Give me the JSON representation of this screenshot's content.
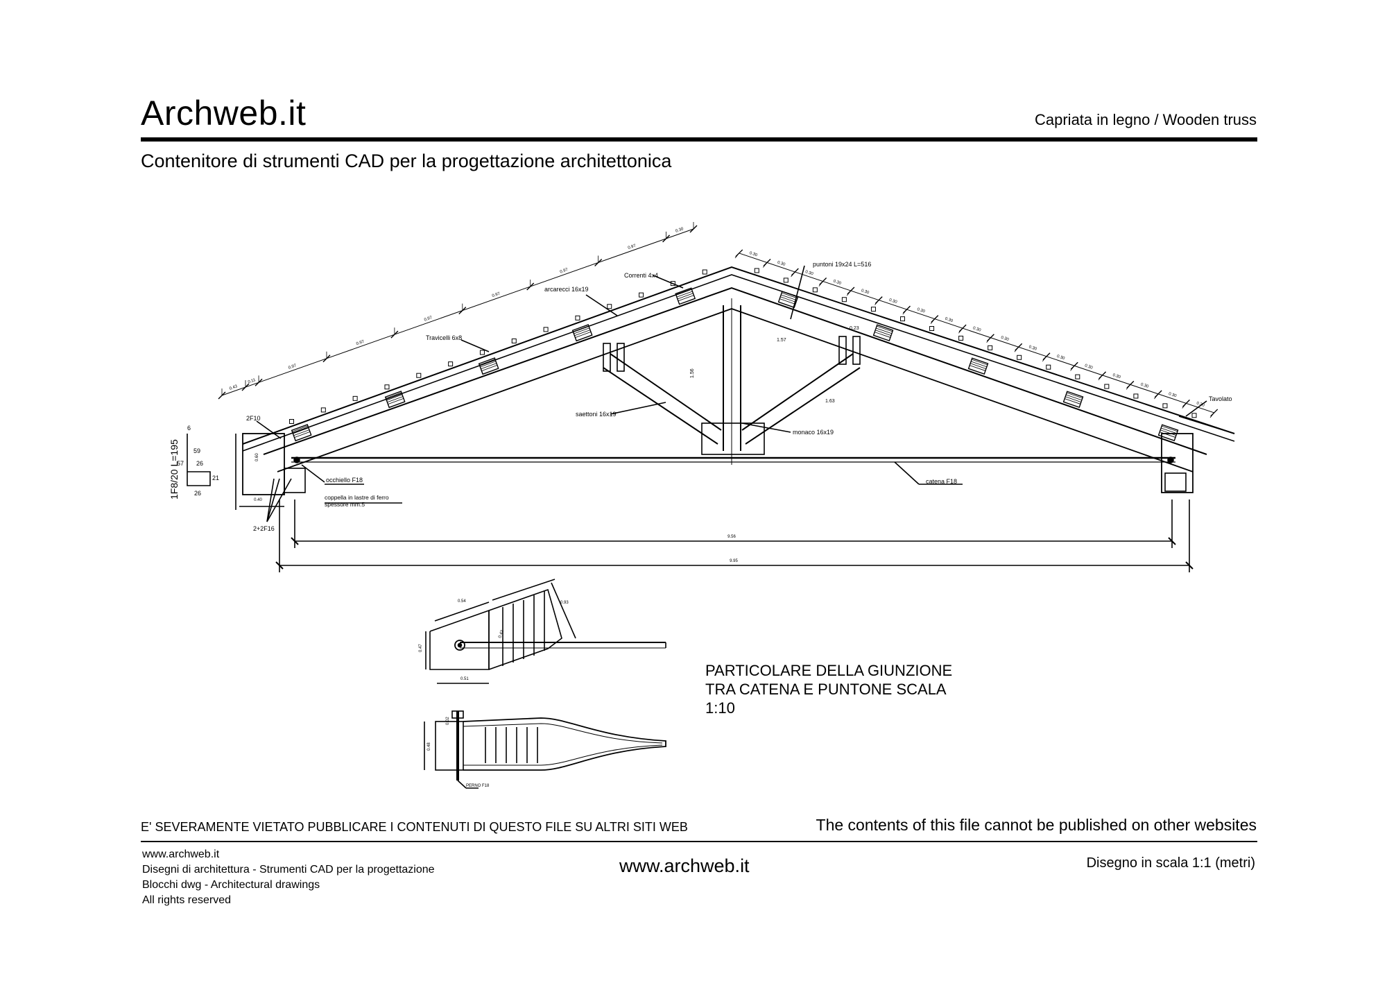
{
  "header": {
    "brand": "Archweb.it",
    "subject": "Capriata in legno  /  Wooden truss",
    "tagline": "Contenitore di strumenti CAD per la progettazione architettonica"
  },
  "drawing": {
    "labels": {
      "correnti": "Correnti 4x4",
      "arcarecci": "arcarecci 16x19",
      "travicelli": "Travicelli 6x8",
      "puntoni": "puntoni 19x24 L=516",
      "tavolato": "Tavolato",
      "saettoni": "saettoni 16x19",
      "monaco": "monaco 16x19",
      "catena": "catena F18",
      "occhiello": "occhiello F18",
      "coppella1": "coppella in lastre di ferro",
      "coppella2": "spessore mm.5",
      "f2f10": "2F10",
      "f2f16": "2+2F16",
      "rebar": "1F8/20 L=195",
      "perno": "PERNO F18"
    },
    "rebar_dims": {
      "d6": "6",
      "d59": "59",
      "d57": "57",
      "d26a": "26",
      "d21": "21",
      "d26b": "26"
    },
    "dims": {
      "left_chord": [
        "0.43",
        "0.11",
        "0.97",
        "0.97",
        "0.97",
        "0.97",
        "0.97",
        "0.97",
        "0.30"
      ],
      "right_chord": [
        "0.30",
        "0.30",
        "0.30",
        "0.30",
        "0.30",
        "0.30",
        "0.30",
        "0.30",
        "0.30",
        "0.30",
        "0.30",
        "0.30",
        "0.30",
        "0.30",
        "0.30",
        "0.30",
        "0.30"
      ],
      "monaco_h": "1.56",
      "strut_r": "1.57",
      "strut_r2": "1.63",
      "strut_top": "0.23",
      "side_h": "0.60",
      "base_w": "0.40",
      "span_inner": "9.56",
      "span_outer": "9.95"
    },
    "detail_dims": {
      "a": "0.54",
      "b": "0.93",
      "c": "0.47",
      "d": "0.51",
      "e": "0.48",
      "f": "0.02",
      "g": "0.42"
    }
  },
  "detail_title": [
    "PARTICOLARE DELLA GIUNZIONE",
    "TRA CATENA E PUNTONE   SCALA",
    "1:10"
  ],
  "footer": {
    "warning_it": "E' SEVERAMENTE VIETATO PUBBLICARE I CONTENUTI DI QUESTO FILE SU ALTRI SITI WEB",
    "warning_en": "The contents of this file cannot be published on other websites",
    "left": [
      "www.archweb.it",
      "Disegni di architettura - Strumenti CAD  per la progettazione",
      "Blocchi dwg - Architectural drawings",
      " All rights reserved"
    ],
    "url": "www.archweb.it",
    "scale": "Disegno in scala 1:1 (metri)"
  }
}
